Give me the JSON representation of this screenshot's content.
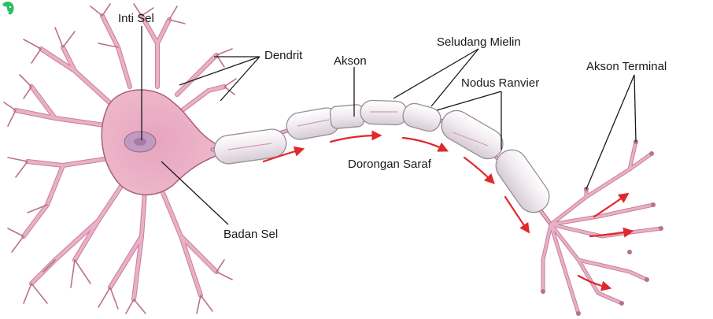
{
  "labels": {
    "inti_sel": "Inti Sel",
    "dendrit": "Dendrit",
    "akson": "Akson",
    "seludang_mielin": "Seludang Mielin",
    "nodus_ranvier": "Nodus Ranvier",
    "akson_terminal": "Akson Terminal",
    "dorongan_saraf": "Dorongan Saraf",
    "badan_sel": "Badan Sel"
  },
  "colors": {
    "cell_fill": "#eab0c6",
    "cell_stroke": "#a8607e",
    "myelin_fill": "#efeaee",
    "myelin_stroke": "#9a8c96",
    "arrow": "#e0282c",
    "leader": "#1a1a1a",
    "evernote": "#2dbe60"
  },
  "icons": {
    "corner": "evernote-elephant-icon"
  }
}
